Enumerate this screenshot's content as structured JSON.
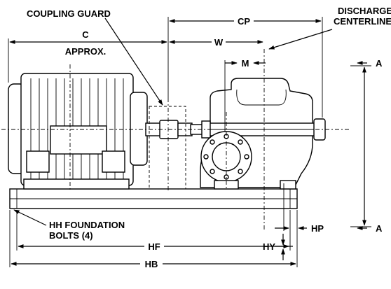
{
  "labels": {
    "coupling_guard": "COUPLING GUARD",
    "cp": "CP",
    "discharge_line1": "DISCHARGE",
    "discharge_line2": "CENTERLINE",
    "c": "C",
    "approx": "APPROX.",
    "w": "W",
    "m": "M",
    "a_top": "A",
    "a_bottom": "A",
    "hh_line1": "HH FOUNDATION",
    "hh_line2": "BOLTS (4)",
    "hp": "HP",
    "hy": "HY",
    "hf": "HF",
    "hb": "HB"
  }
}
